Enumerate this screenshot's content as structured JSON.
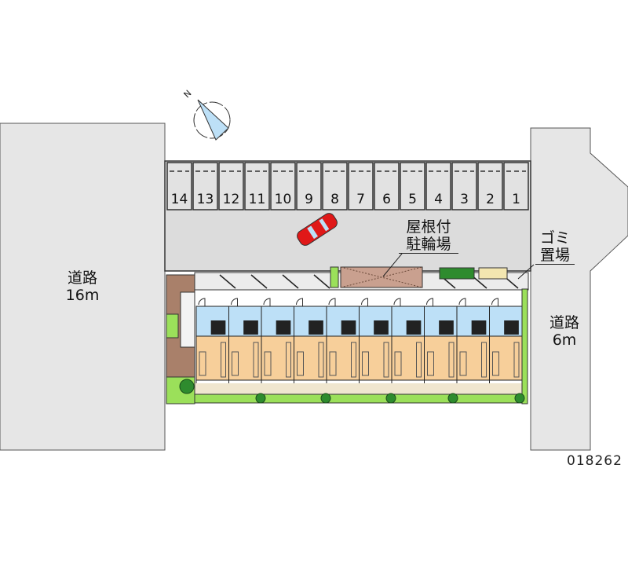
{
  "roads": {
    "left": {
      "name": "道路",
      "width": "16m"
    },
    "right": {
      "name": "道路",
      "width": "6m"
    }
  },
  "parking": {
    "spaces": [
      "14",
      "13",
      "12",
      "11",
      "10",
      "9",
      "8",
      "7",
      "6",
      "5",
      "4",
      "3",
      "2",
      "1"
    ]
  },
  "bicycle_parking": {
    "line1": "屋根付",
    "line2": "駐輪場"
  },
  "garbage": {
    "line1": "ゴミ",
    "line2": "置場"
  },
  "compass": {
    "label": "N"
  },
  "property_code": "018262",
  "building": {
    "unit_count": 10
  },
  "colors": {
    "road": "#e6e6e6",
    "lot": "#dcdcdc",
    "unit_room": "#f7cf9a",
    "unit_wet": "#bde0f7",
    "green": "#9be05a",
    "car": "#e01818",
    "bike": "#c9a08f"
  }
}
